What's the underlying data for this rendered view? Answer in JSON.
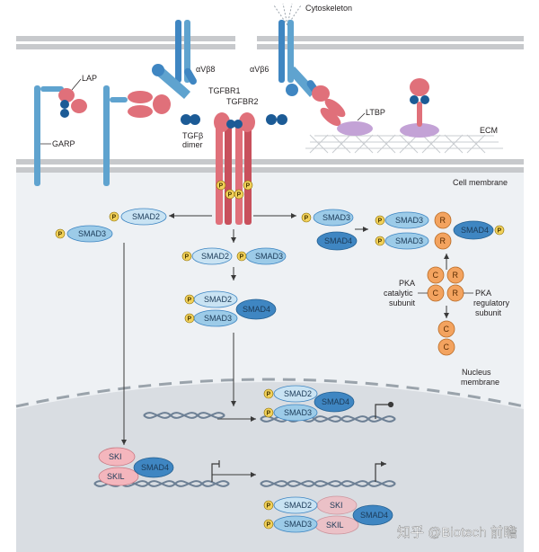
{
  "labels": {
    "cytoskeleton": "Cytoskeleton",
    "lap": "LAP",
    "garp": "GARP",
    "avb8": "αVβ8",
    "avb6": "αVβ6",
    "tgfbr1": "TGFBR1",
    "tgfbr2": "TGFBR2",
    "tgfb_dimer_1": "TGFβ",
    "tgfb_dimer_2": "dimer",
    "ltbp": "LTBP",
    "ecm": "ECM",
    "cell_membrane": "Cell membrane",
    "nucleus_membrane_1": "Nucleus",
    "nucleus_membrane_2": "membrane",
    "pka_catalytic_1": "PKA",
    "pka_catalytic_2": "catalytic",
    "pka_catalytic_3": "subunit",
    "pka_regulatory_1": "PKA",
    "pka_regulatory_2": "regulatory",
    "pka_regulatory_3": "subunit"
  },
  "proteins": {
    "smad2": "SMAD2",
    "smad3": "SMAD3",
    "smad4": "SMAD4",
    "ski": "SKI",
    "skil": "SKIL",
    "p": "P",
    "r": "R",
    "c": "C"
  },
  "watermark": "知乎 @Biotech 前瞻",
  "colors": {
    "membrane_blue": "#5fa3cf",
    "receptor_red": "#e0707a",
    "smad_blue": "#9ccbe8",
    "smad4_blue": "#3f86c2",
    "pka_orange": "#f3a35f",
    "phospho_yellow": "#f2d15a",
    "ski_pink": "#f4b6bd",
    "ltbp_purple": "#c3a2d6",
    "arrow_gray": "#3a3a3a"
  }
}
